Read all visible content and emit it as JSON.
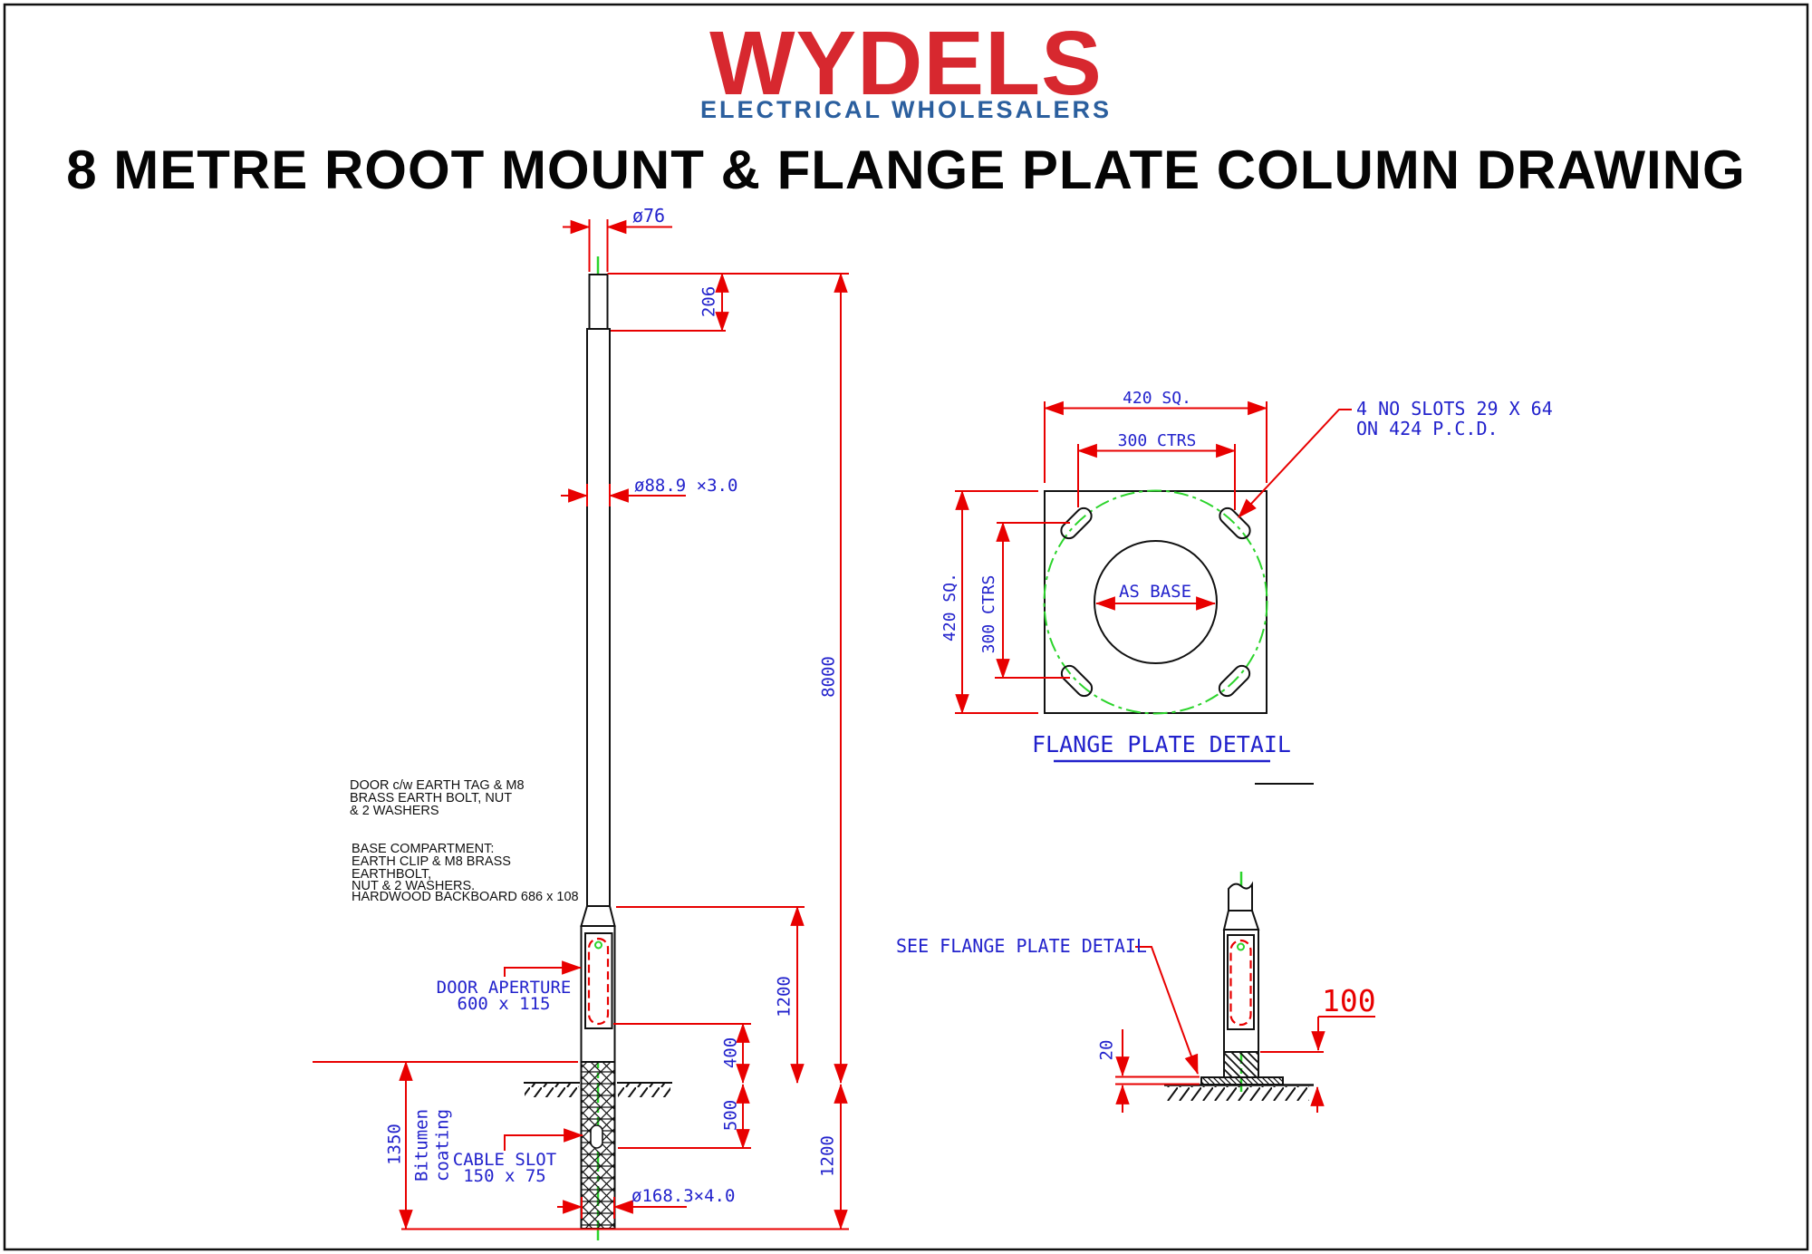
{
  "header": {
    "logo_text": "WYDELS",
    "logo_tagline": "ELECTRICAL WHOLESALERS",
    "title": "8 METRE ROOT MOUNT & FLANGE PLATE COLUMN DRAWING"
  },
  "colors": {
    "logo_red": "#d7282f",
    "logo_blue": "#2b5f9e",
    "dimension_red": "#e80000",
    "cad_blue": "#2222cc",
    "centerline_green": "#2bd42b",
    "line_black": "#111111"
  },
  "main_view": {
    "dim_top_diameter": "ø76",
    "dim_spigot_length": "206",
    "dim_shaft": "ø88.9 ×3.0",
    "dim_overall": "8000",
    "dim_base_height": "1200",
    "dim_door_to_ground": "400",
    "dim_below_ground": "500",
    "dim_root_depth": "1200",
    "dim_root_coating": "1350",
    "coating_label_1": "Bitumen",
    "coating_label_2": "coating",
    "dim_root_tube": "ø168.3×4.0",
    "door_label_1": "DOOR APERTURE",
    "door_label_2": "600 x 115",
    "cable_label_1": "CABLE SLOT",
    "cable_label_2": "150 x 75",
    "note_door_1": "DOOR c/w EARTH TAG & M8",
    "note_door_2": "BRASS EARTH BOLT, NUT",
    "note_door_3": "& 2 WASHERS",
    "note_base_1": "BASE COMPARTMENT:",
    "note_base_2": "EARTH CLIP & M8 BRASS",
    "note_base_3": "EARTHBOLT,",
    "note_base_4": "NUT & 2 WASHERS.",
    "note_base_5": "HARDWOOD BACKBOARD 686 x 108"
  },
  "flange_detail": {
    "dim_top_square": "420 SQ.",
    "dim_top_centres": "300 CTRS",
    "dim_left_square": "420 SQ.",
    "dim_left_centres": "300 CTRS",
    "bore_label": "AS BASE",
    "slots_note_1": "4 NO SLOTS 29 X 64",
    "slots_note_2": "ON 424 P.C.D.",
    "caption": "FLANGE PLATE DETAIL"
  },
  "flange_elevation": {
    "callout": "SEE FLANGE PLATE DETAIL",
    "dim_plate_thickness": "20",
    "dim_upstand": "100"
  }
}
